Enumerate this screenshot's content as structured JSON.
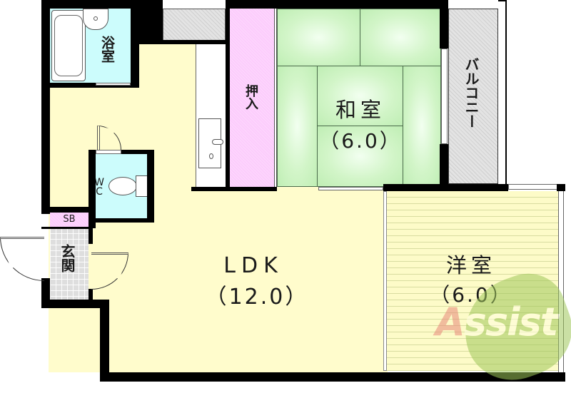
{
  "floorplan": {
    "rooms": {
      "bathroom": {
        "label": "浴室"
      },
      "wc": {
        "label": "WC"
      },
      "shoebox": {
        "label": "SB"
      },
      "entrance": {
        "label": "玄関"
      },
      "ldk": {
        "label": "LDK",
        "size": "（12.0）"
      },
      "closet": {
        "label": "押入"
      },
      "japanese_room": {
        "label": "和室",
        "size": "（6.0）"
      },
      "balcony": {
        "label": "バルコニー"
      },
      "western_room": {
        "label": "洋室",
        "size": "（6.0）"
      }
    },
    "watermark": {
      "text": "Assist",
      "first_letter": "A",
      "rest": "ssist"
    },
    "colors": {
      "ldk": "#fffccc",
      "wet_area": "#ccfcfc",
      "closet": "#fcccfc",
      "tatami": "#ccf5c4",
      "western": "#fdfbc8",
      "balcony": "#e3e3e3",
      "wall": "#000000",
      "watermark_green": "#9fc85a",
      "watermark_red": "#e88a7a"
    }
  }
}
